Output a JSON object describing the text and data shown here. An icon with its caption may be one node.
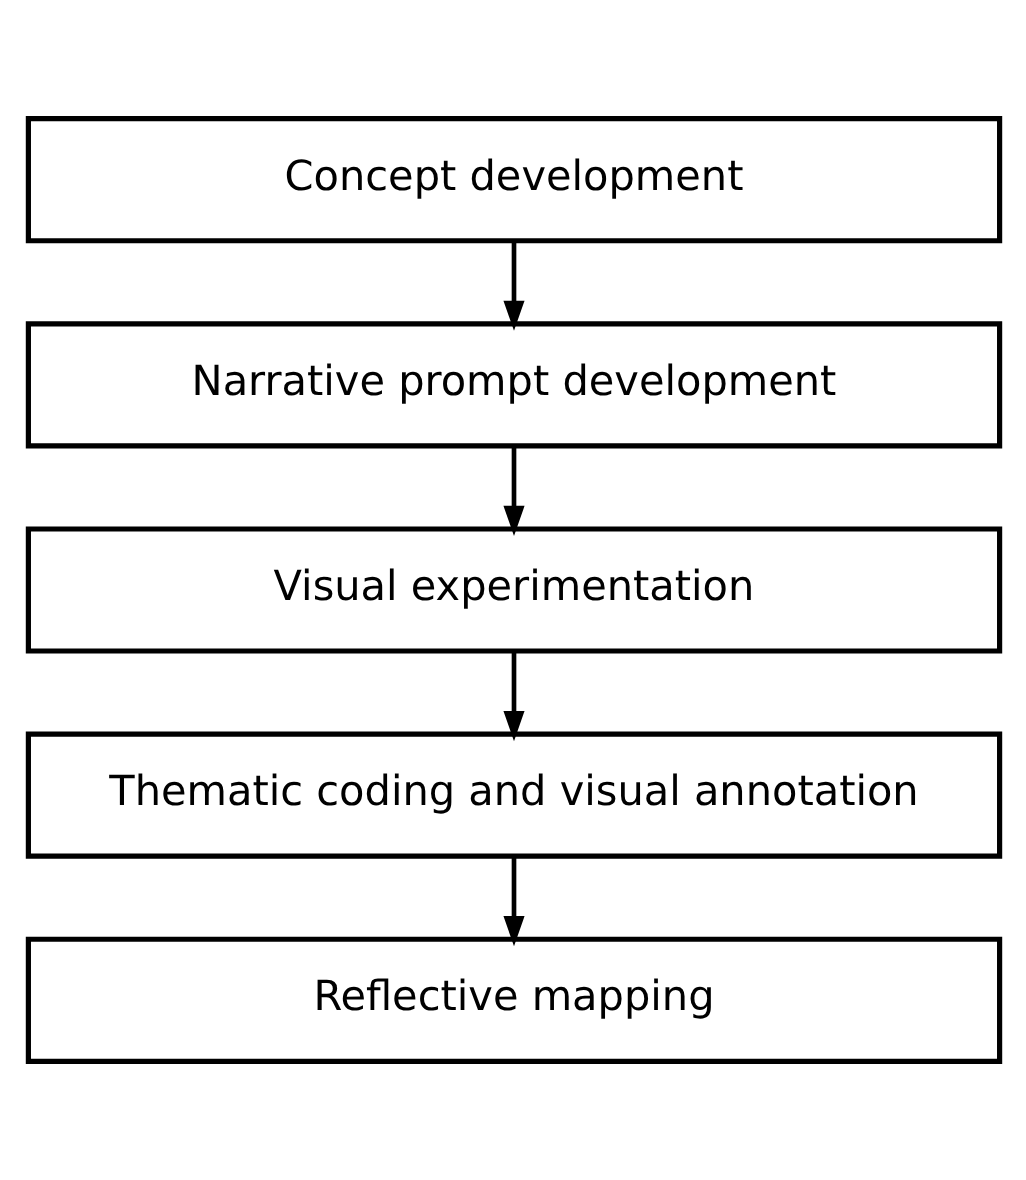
{
  "diagram": {
    "nodes": [
      {
        "text": [
          "Concept development"
        ]
      },
      {
        "text": [
          "Narrative prompt development"
        ]
      },
      {
        "text": [
          "Visual experimentation"
        ]
      },
      {
        "text": [
          "Thematic coding and visual annotation"
        ]
      },
      {
        "text": [
          "Reflective mapping"
        ]
      }
    ],
    "edges": [
      {
        "from": 0,
        "to": 1,
        "arrow": "to"
      },
      {
        "from": 1,
        "to": 2,
        "arrow": "to"
      },
      {
        "from": 2,
        "to": 3,
        "arrow": "to"
      },
      {
        "from": 3,
        "to": 4,
        "arrow": "to"
      }
    ]
  }
}
